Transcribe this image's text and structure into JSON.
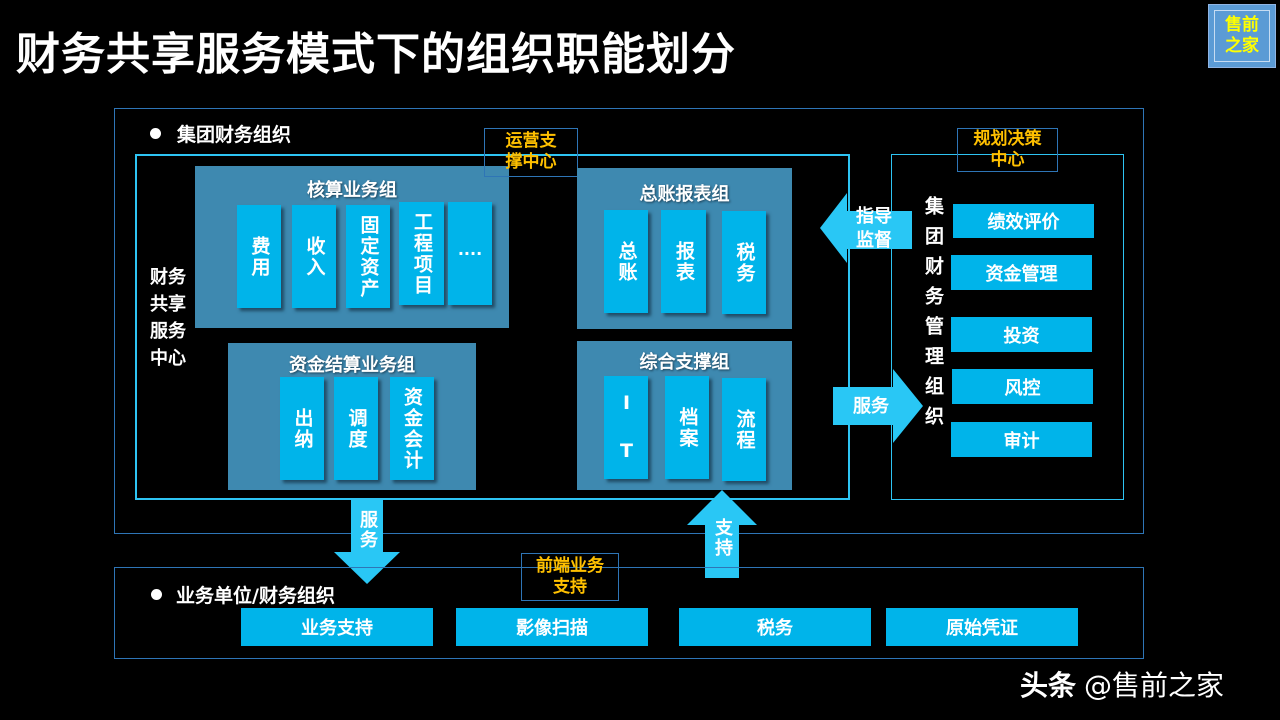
{
  "title": "财务共享服务模式下的组织职能划分",
  "logo": {
    "line1": "售前",
    "line2": "之家",
    "bg_color": "#5b9bd5",
    "text_color": "#ffff00"
  },
  "colors": {
    "cell": "#00b4ea",
    "group_bg": "#3e89b0",
    "tag_text": "#ffc000",
    "frame": "#2ec4f3",
    "arrow": "#29c7f5"
  },
  "group_org": {
    "label": "集团财务组织",
    "ops_center_tag": "运营支\n撑中心",
    "ops_center_tag_line1": "运营支",
    "ops_center_tag_line2": "撑中心",
    "ssc_label_lines": [
      "财务",
      "共享",
      "服务",
      "中心"
    ],
    "accounting_group": {
      "title": "核算业务组",
      "items": [
        "费用",
        "收入",
        "固定资产",
        "工程项目",
        "····"
      ]
    },
    "gl_group": {
      "title": "总账报表组",
      "items": [
        "总账",
        "报表",
        "税务"
      ]
    },
    "settlement_group": {
      "title": "资金结算业务组",
      "items": [
        "出纳",
        "调度",
        "资金会计"
      ]
    },
    "support_group": {
      "title": "综合支撑组",
      "items": [
        "I T",
        "档案",
        "流程"
      ]
    }
  },
  "planning": {
    "tag_line1": "规划决策",
    "tag_line2": "中心",
    "vertical_label": "集团财务管理组织",
    "items": [
      "绩效评价",
      "资金管理",
      "投资",
      "风控",
      "审计"
    ]
  },
  "arrows": {
    "guide": "指导监督",
    "guide_line1": "指导",
    "guide_line2": "监督",
    "service_right": "服务",
    "service_down": "服务",
    "support_up": "支持"
  },
  "business_units": {
    "label": "业务单位/财务组织",
    "tag_line1": "前端业务",
    "tag_line2": "支持",
    "items": [
      "业务支持",
      "影像扫描",
      "税务",
      "原始凭证"
    ]
  },
  "watermark": {
    "platform": "头条",
    "handle": "@售前之家"
  }
}
